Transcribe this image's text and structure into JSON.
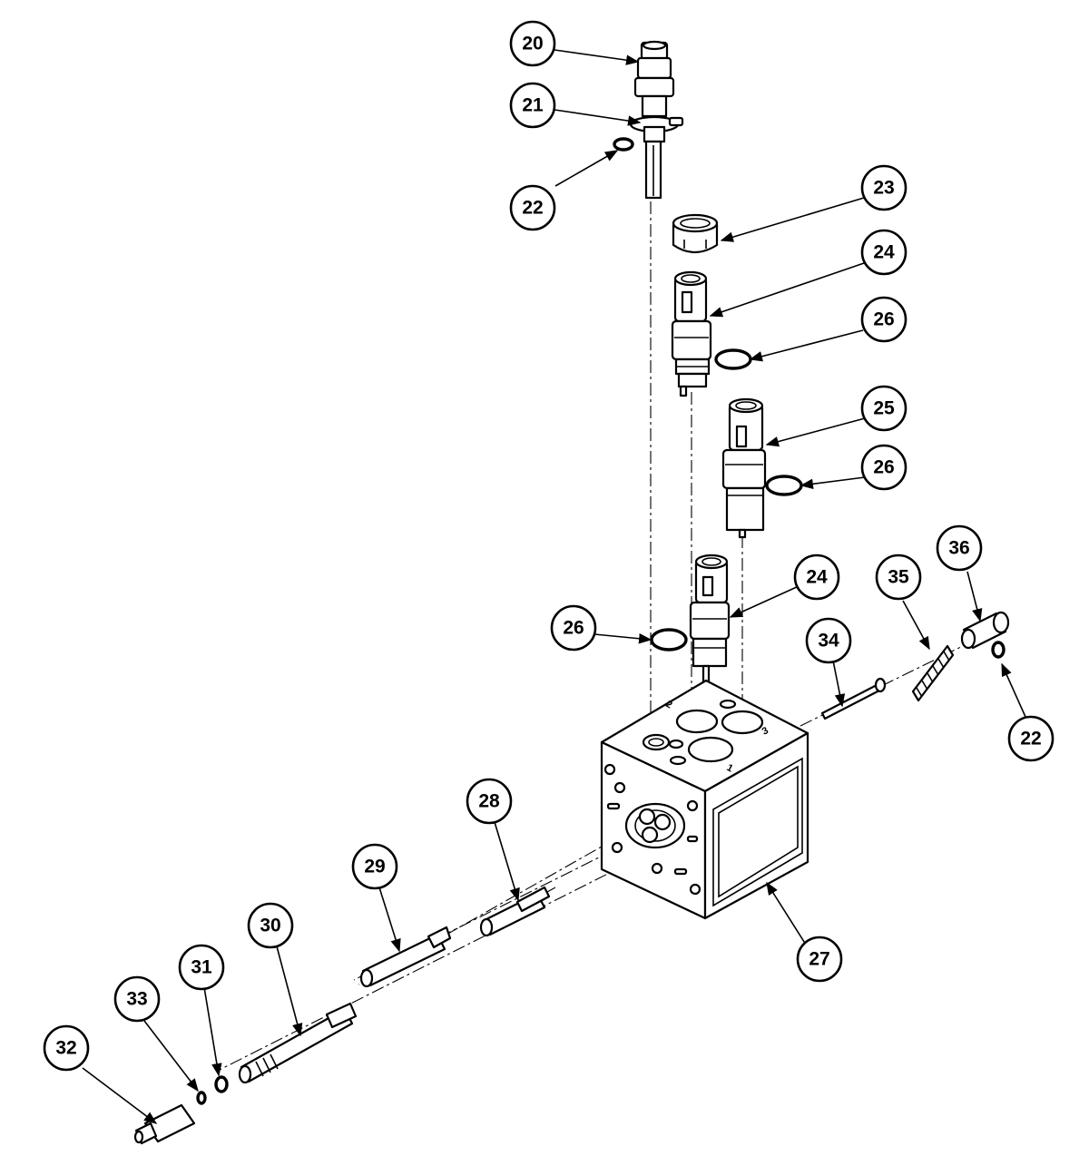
{
  "callouts": [
    {
      "label": "20"
    },
    {
      "label": "21"
    },
    {
      "label": "22"
    },
    {
      "label": "23"
    },
    {
      "label": "24"
    },
    {
      "label": "26"
    },
    {
      "label": "25"
    },
    {
      "label": "26"
    },
    {
      "label": "24"
    },
    {
      "label": "26"
    },
    {
      "label": "36"
    },
    {
      "label": "35"
    },
    {
      "label": "34"
    },
    {
      "label": "22"
    },
    {
      "label": "28"
    },
    {
      "label": "29"
    },
    {
      "label": "30"
    },
    {
      "label": "27"
    },
    {
      "label": "31"
    },
    {
      "label": "33"
    },
    {
      "label": "32"
    }
  ],
  "block_ports": {
    "port_1": "1",
    "port_2": "2",
    "port_3": "3"
  }
}
